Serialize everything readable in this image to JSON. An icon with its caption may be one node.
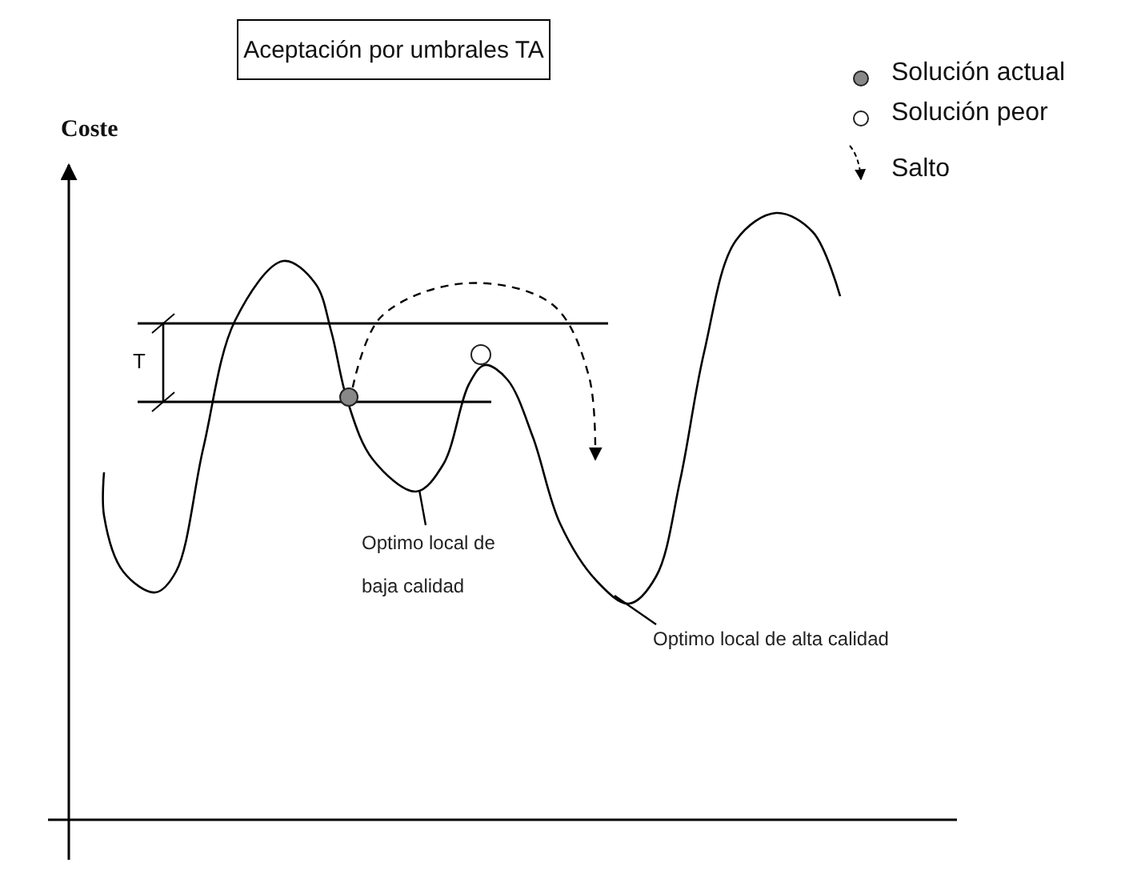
{
  "diagram": {
    "title": "Aceptación por umbrales TA",
    "nodes": [
      {
        "text": [],
        "shape": "circle"
      },
      {
        "text": [],
        "shape": "circle"
      },
      {
        "text": [
          "Optimo local de baja calidad"
        ]
      },
      {
        "text": [
          "Optimo local de alta calidad"
        ]
      }
    ],
    "edges": [
      {
        "from": 0,
        "to": null,
        "arrow": "to",
        "style": "dashed"
      },
      {
        "from": 2,
        "to": null,
        "arrow": "none"
      },
      {
        "from": 3,
        "to": null,
        "arrow": "none"
      }
    ],
    "labels": [
      "Coste",
      "T"
    ],
    "legend": [
      {
        "text": "Solución actual"
      },
      {
        "text": "Solución peor"
      },
      {
        "text": "Salto"
      }
    ]
  }
}
